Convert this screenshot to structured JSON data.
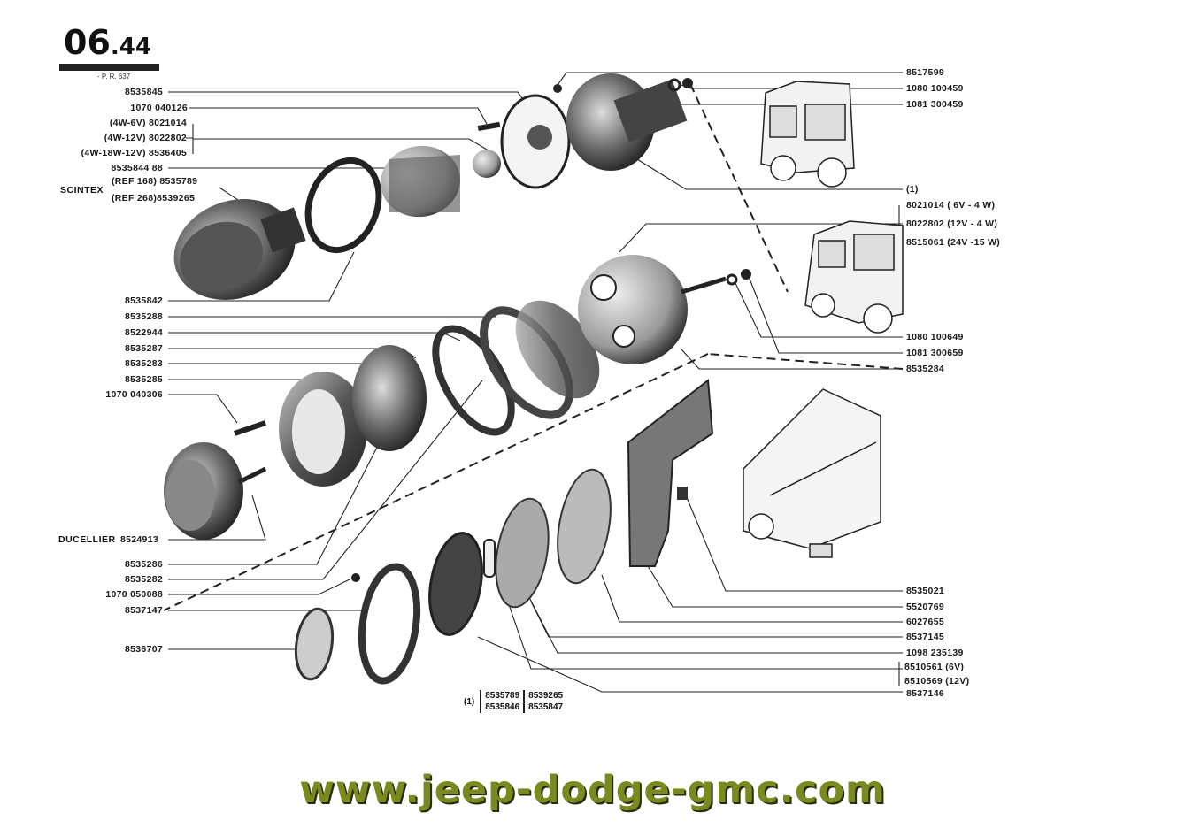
{
  "header": {
    "page_main": "06",
    "page_sub": ".44",
    "ref": "- P. R. 637"
  },
  "labels_left": [
    "8535845",
    "1070 040126",
    "(4W-6V)  8021014",
    "(4W-12V)  8022802",
    "(4W-18W-12V)  8536405",
    "8535844 88",
    "(REF 168) 8535789",
    "(REF 268)8539265",
    "8535842",
    "8535288",
    "8522944",
    "8535287",
    "8535283",
    "8535285",
    "1070 040306",
    "8524913",
    "8535286",
    "8535282",
    "1070 050088",
    "8537147",
    "8536707"
  ],
  "brands": {
    "scintex": "SCINTEX",
    "ducellier": "DUCELLIER"
  },
  "labels_right": [
    "8517599",
    "1080 100459",
    "1081 300459",
    "(1)",
    "8021014  ( 6V - 4 W)",
    "8022802 (12V - 4 W)",
    "8515061  (24V -15 W)",
    "1080 100649",
    "1081 300659",
    "8535284",
    "8535021",
    "5520769",
    "6027655",
    "8537145",
    "1098 235139",
    "8510561 (6V)",
    "8510569 (12V)",
    "8537146"
  ],
  "legend": {
    "tag": "(1)",
    "row1": [
      "8535789",
      "8539265"
    ],
    "row2": [
      "8535846",
      "8535847"
    ]
  },
  "watermark": "www.jeep-dodge-gmc.com"
}
